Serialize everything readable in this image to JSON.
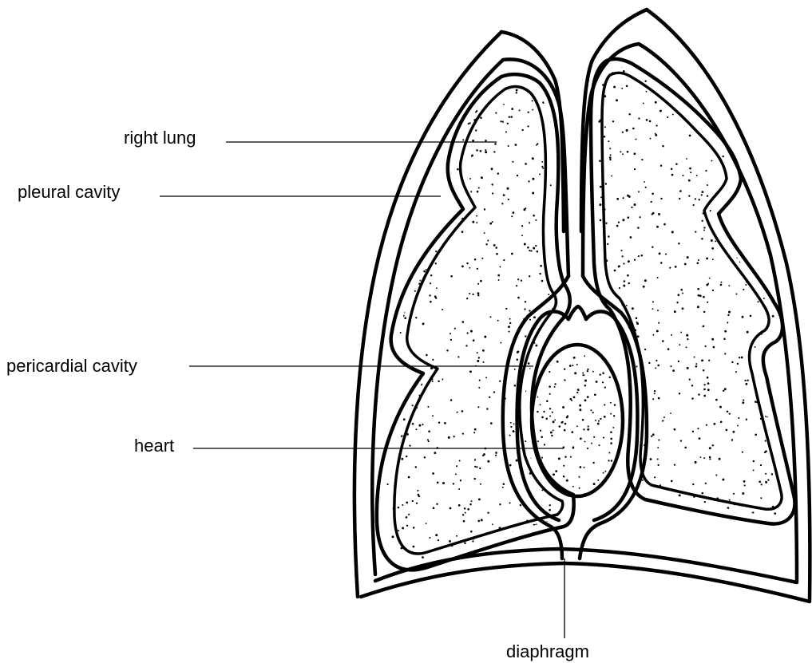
{
  "labels": {
    "right_lung": "right lung",
    "pleural_cavity": "pleural cavity",
    "pericardial_cavity": "pericardial cavity",
    "heart": "heart",
    "diaphragm": "diaphragm"
  },
  "colors": {
    "line": "#000000",
    "background": "#ffffff"
  }
}
